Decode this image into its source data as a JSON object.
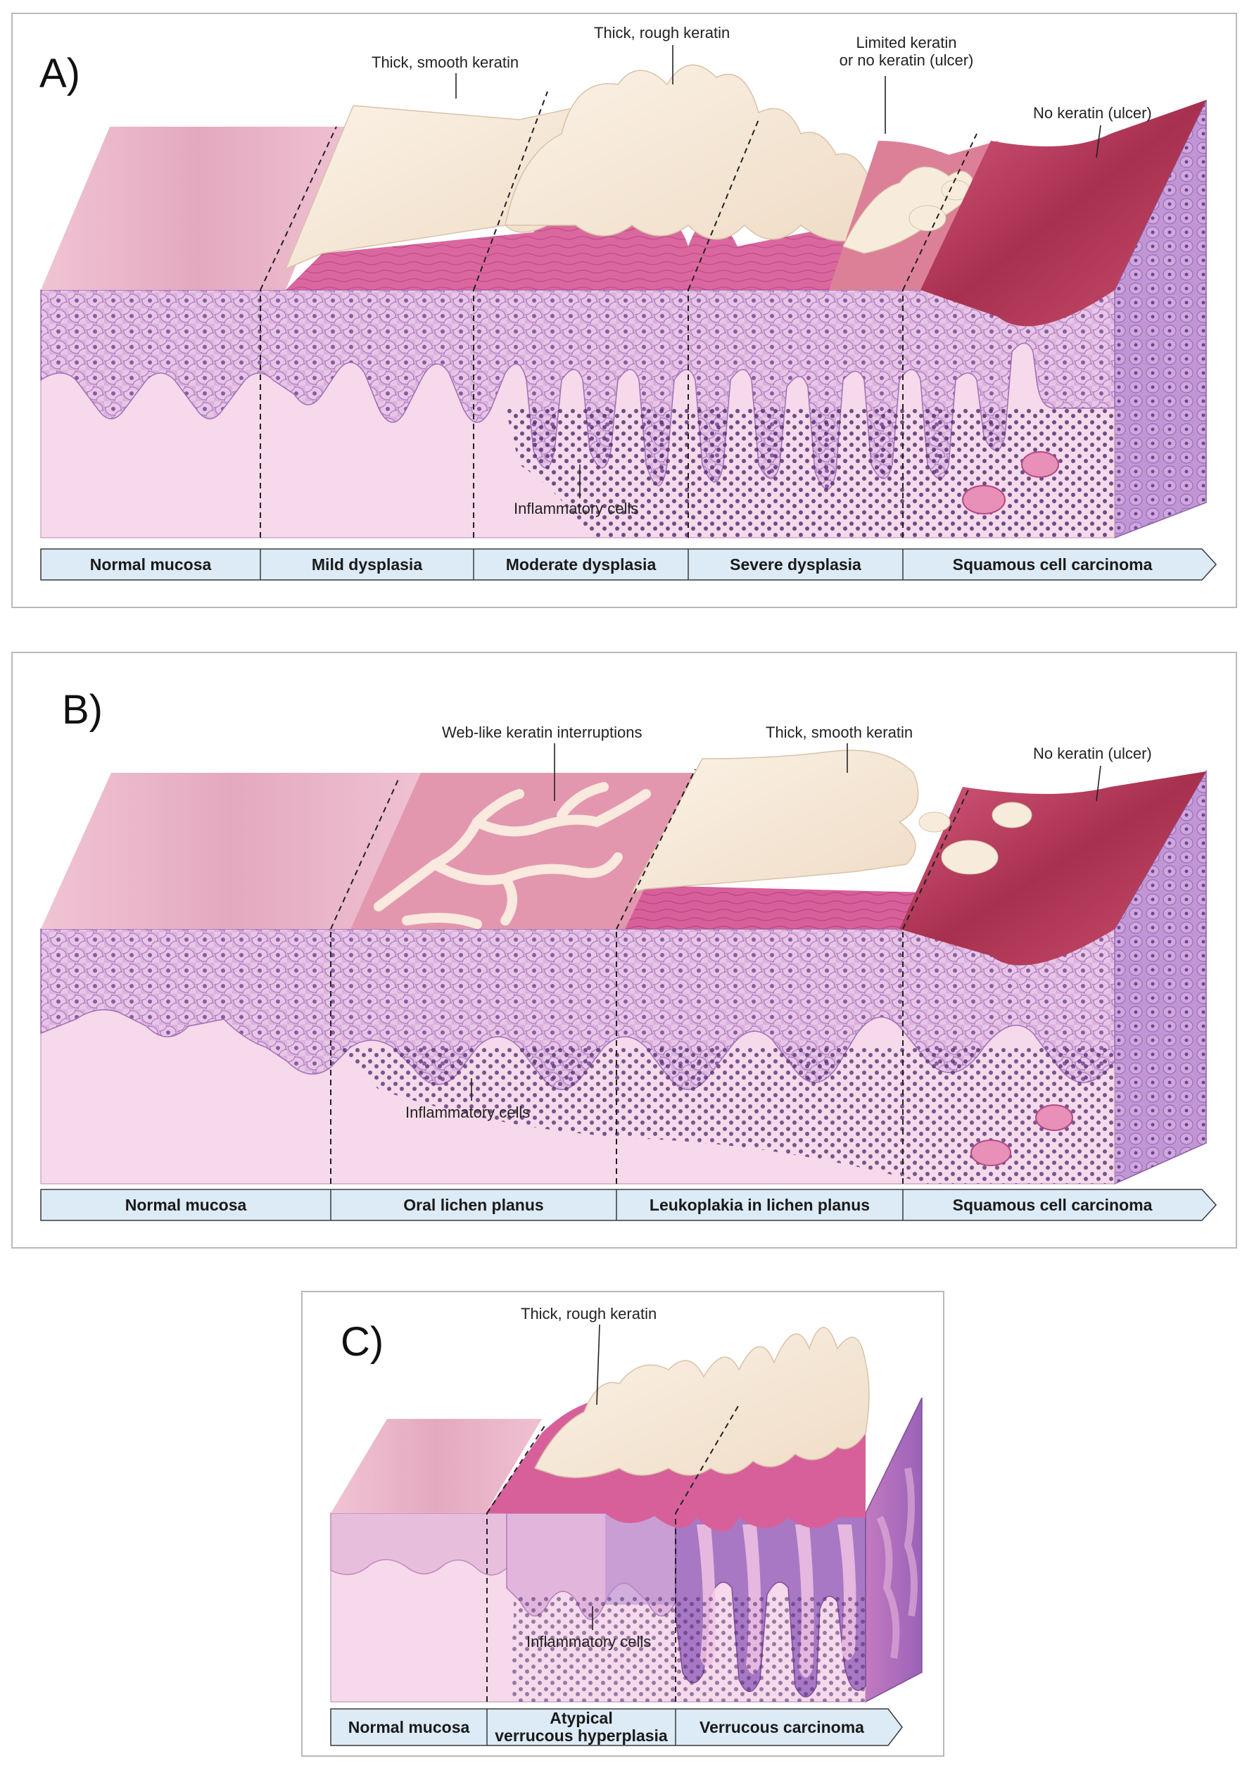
{
  "panelA": {
    "letter": "A)",
    "labels": {
      "smooth": "Thick, smooth keratin",
      "rough": "Thick, rough keratin",
      "limited_1": "Limited keratin",
      "limited_2": "or no keratin (ulcer)",
      "ulcer": "No keratin (ulcer)",
      "inflammatory": "Inflammatory cells"
    },
    "stages": [
      "Normal mucosa",
      "Mild dysplasia",
      "Moderate dysplasia",
      "Severe dysplasia",
      "Squamous cell carcinoma"
    ]
  },
  "panelB": {
    "letter": "B)",
    "labels": {
      "web": "Web-like keratin interruptions",
      "smooth": "Thick, smooth keratin",
      "ulcer": "No keratin (ulcer)",
      "inflammatory": "Inflammatory cells"
    },
    "stages": [
      "Normal mucosa",
      "Oral lichen planus",
      "Leukoplakia in lichen planus",
      "Squamous cell carcinoma"
    ]
  },
  "panelC": {
    "letter": "C)",
    "labels": {
      "rough": "Thick, rough keratin",
      "inflammatory": "Inflammatory cells"
    },
    "stages": [
      {
        "l1": "Normal mucosa",
        "l2": ""
      },
      {
        "l1": "Atypical",
        "l2": "verrucous hyperplasia"
      },
      {
        "l1": "Verrucous carcinoma",
        "l2": ""
      }
    ]
  },
  "colors": {
    "connective": "#f6d9ea",
    "epithelium": "#d6a6d6",
    "keratin_pink": "#d8609a",
    "keratin_cream": "#f6ead9",
    "surface_normal": "#ebb9cb",
    "ulcer": "#b33c5f",
    "side_face": "#c39ad2",
    "stage_bar": "#dcebf6",
    "inflammatory": "#4a2a6e"
  }
}
